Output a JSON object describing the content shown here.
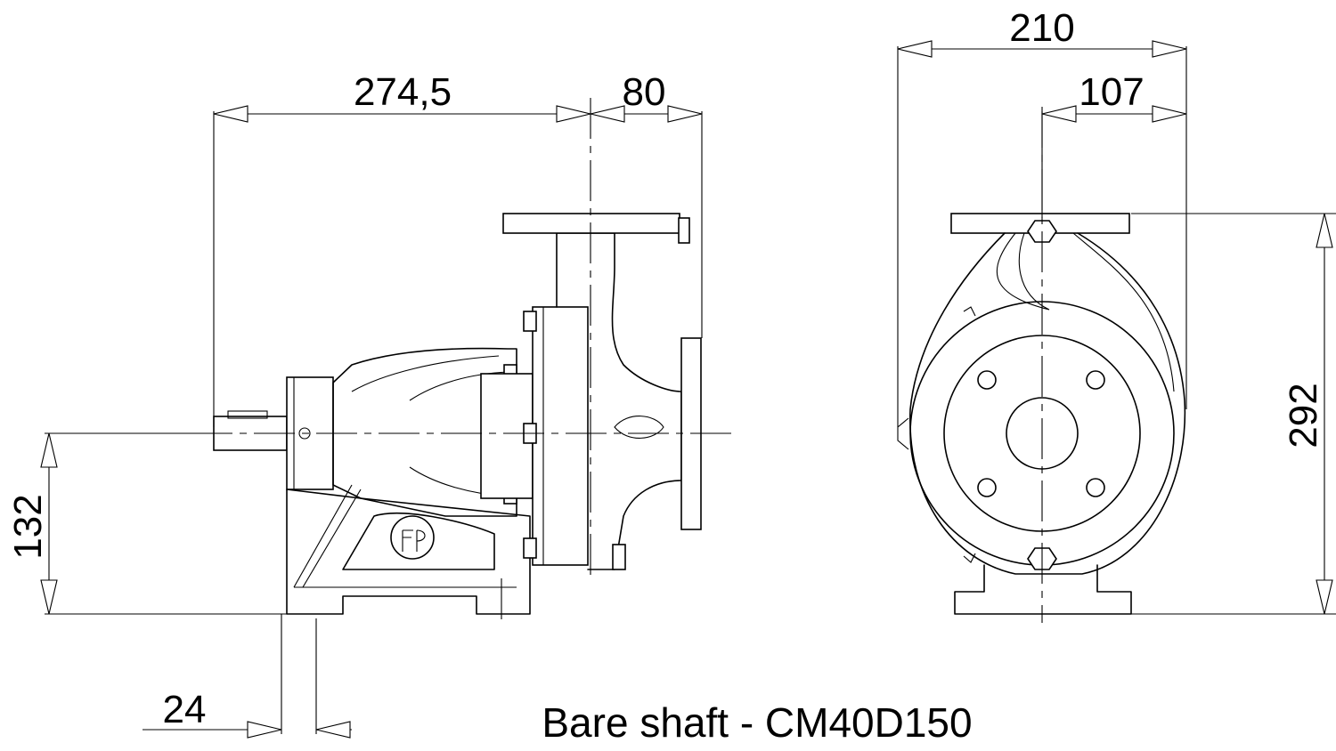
{
  "title": "Bare shaft - CM40D150",
  "dimensions": {
    "length_shaft_to_flange": "274,5",
    "flange_offset": "80",
    "total_width": "210",
    "half_width": "107",
    "shaft_height": "132",
    "total_height": "292",
    "foot_offset": "24"
  },
  "icons": {
    "logo": "fp-logo-icon"
  }
}
